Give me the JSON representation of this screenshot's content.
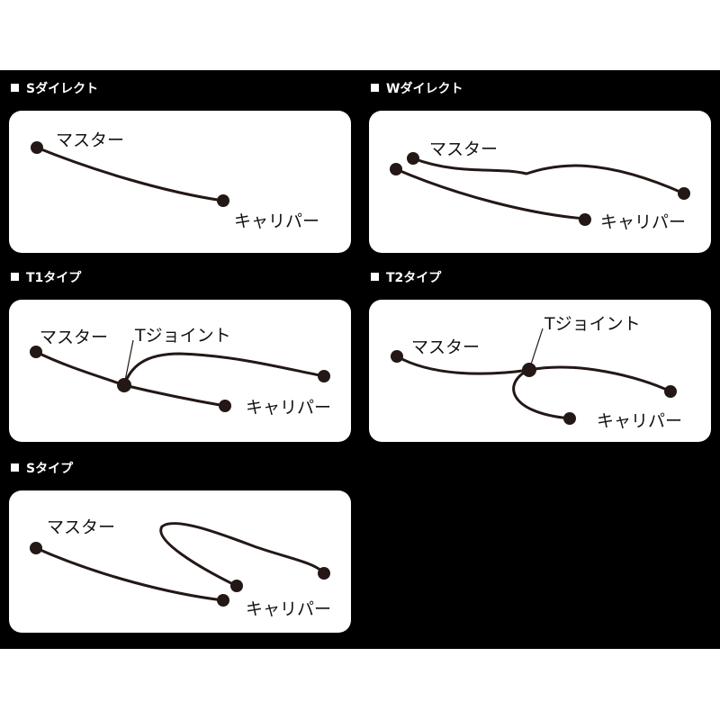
{
  "colors": {
    "background": "#000000",
    "panel": "#ffffff",
    "line": "#231816",
    "text": "#111111"
  },
  "panels": [
    {
      "id": "s-direct",
      "title": "Sダイレクト",
      "labels": {
        "master": "マスター",
        "caliper": "キャリパー"
      }
    },
    {
      "id": "w-direct",
      "title": "Wダイレクト",
      "labels": {
        "master": "マスター",
        "caliper": "キャリパー"
      }
    },
    {
      "id": "t1-type",
      "title": "T1タイプ",
      "labels": {
        "master": "マスター",
        "caliper": "キャリパー",
        "tjoint": "Tジョイント"
      }
    },
    {
      "id": "t2-type",
      "title": "T2タイプ",
      "labels": {
        "master": "マスター",
        "caliper": "キャリパー",
        "tjoint": "Tジョイント"
      }
    },
    {
      "id": "s-type",
      "title": "Sタイプ",
      "labels": {
        "master": "マスター",
        "caliper": "キャリパー"
      }
    }
  ]
}
